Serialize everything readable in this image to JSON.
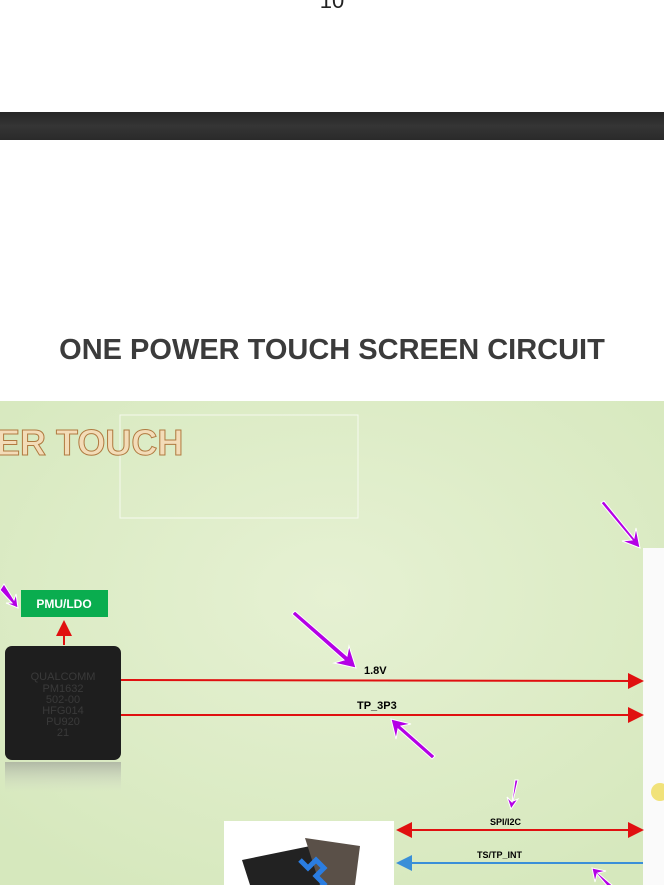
{
  "page_number": "10",
  "section_title": "ONE POWER TOUCH SCREEN CIRCUIT",
  "diagram": {
    "heading": "ER TOUCH",
    "pmu_label": "PMU/LDO",
    "chip_lines": [
      "QUALCOMM",
      "PM1632",
      "502-00",
      "HFG014",
      "PU920",
      "21"
    ],
    "signals": [
      "1.8V",
      "TP_3P3",
      "SPI/I2C",
      "TS/TP_INT"
    ],
    "colors": {
      "background": "#dcebc6",
      "power_line": "#e01010",
      "int_line": "#3a8fd8",
      "arrow": "#b400e6",
      "pmu": "#0aad4f"
    }
  }
}
